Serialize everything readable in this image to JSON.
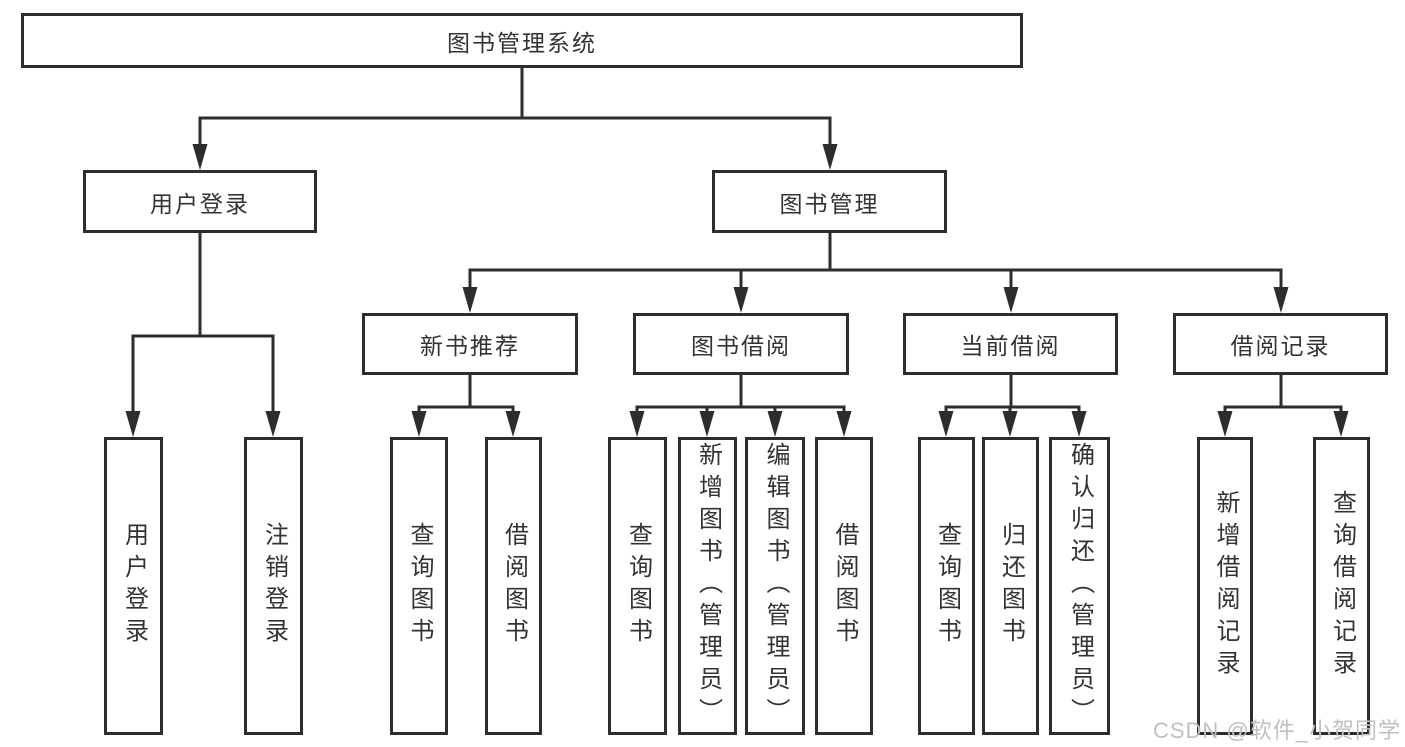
{
  "colors": {
    "line": "#2d2d2d",
    "box_border": "#2d2d2d",
    "box_bg": "#ffffff",
    "text": "#333333",
    "watermark": "#bfbfc4",
    "background": "#ffffff"
  },
  "watermark": {
    "text": "CSDN @软件_小贺同学"
  },
  "diagram": {
    "root": {
      "id": "library-system",
      "label": "图书管理系统"
    },
    "level2": [
      {
        "id": "user-login",
        "label": "用户登录",
        "parent": "library-system"
      },
      {
        "id": "book-management",
        "label": "图书管理",
        "parent": "library-system"
      }
    ],
    "level3": [
      {
        "id": "new-book-recommend",
        "label": "新书推荐",
        "parent": "book-management"
      },
      {
        "id": "book-borrow",
        "label": "图书借阅",
        "parent": "book-management"
      },
      {
        "id": "current-borrow",
        "label": "当前借阅",
        "parent": "book-management"
      },
      {
        "id": "borrow-records",
        "label": "借阅记录",
        "parent": "book-management"
      }
    ],
    "leaves": [
      {
        "id": "leaf-user-login",
        "label": "用户登录",
        "parent": "user-login"
      },
      {
        "id": "leaf-logout",
        "label": "注销登录",
        "parent": "user-login"
      },
      {
        "id": "leaf-query-books-1",
        "label": "查询图书",
        "parent": "new-book-recommend"
      },
      {
        "id": "leaf-borrow-books-1",
        "label": "借阅图书",
        "parent": "new-book-recommend"
      },
      {
        "id": "leaf-query-books-2",
        "label": "查询图书",
        "parent": "book-borrow"
      },
      {
        "id": "leaf-add-book-admin",
        "label": "新增图书（管理员）",
        "parent": "book-borrow"
      },
      {
        "id": "leaf-edit-book-admin",
        "label": "编辑图书（管理员）",
        "parent": "book-borrow"
      },
      {
        "id": "leaf-borrow-books-2",
        "label": "借阅图书",
        "parent": "book-borrow"
      },
      {
        "id": "leaf-query-books-3",
        "label": "查询图书",
        "parent": "current-borrow"
      },
      {
        "id": "leaf-return-book",
        "label": "归还图书",
        "parent": "current-borrow"
      },
      {
        "id": "leaf-confirm-return-admin",
        "label": "确认归还（管理员）",
        "parent": "current-borrow"
      },
      {
        "id": "leaf-add-borrow-record",
        "label": "新增借阅记录",
        "parent": "borrow-records"
      },
      {
        "id": "leaf-query-borrow-record",
        "label": "查询借阅记录",
        "parent": "borrow-records"
      }
    ],
    "edges": [
      [
        "library-system",
        "user-login"
      ],
      [
        "library-system",
        "book-management"
      ],
      [
        "user-login",
        "leaf-user-login"
      ],
      [
        "user-login",
        "leaf-logout"
      ],
      [
        "book-management",
        "new-book-recommend"
      ],
      [
        "book-management",
        "book-borrow"
      ],
      [
        "book-management",
        "current-borrow"
      ],
      [
        "book-management",
        "borrow-records"
      ],
      [
        "new-book-recommend",
        "leaf-query-books-1"
      ],
      [
        "new-book-recommend",
        "leaf-borrow-books-1"
      ],
      [
        "book-borrow",
        "leaf-query-books-2"
      ],
      [
        "book-borrow",
        "leaf-add-book-admin"
      ],
      [
        "book-borrow",
        "leaf-edit-book-admin"
      ],
      [
        "book-borrow",
        "leaf-borrow-books-2"
      ],
      [
        "current-borrow",
        "leaf-query-books-3"
      ],
      [
        "current-borrow",
        "leaf-return-book"
      ],
      [
        "current-borrow",
        "leaf-confirm-return-admin"
      ],
      [
        "borrow-records",
        "leaf-add-borrow-record"
      ],
      [
        "borrow-records",
        "leaf-query-borrow-record"
      ]
    ]
  }
}
